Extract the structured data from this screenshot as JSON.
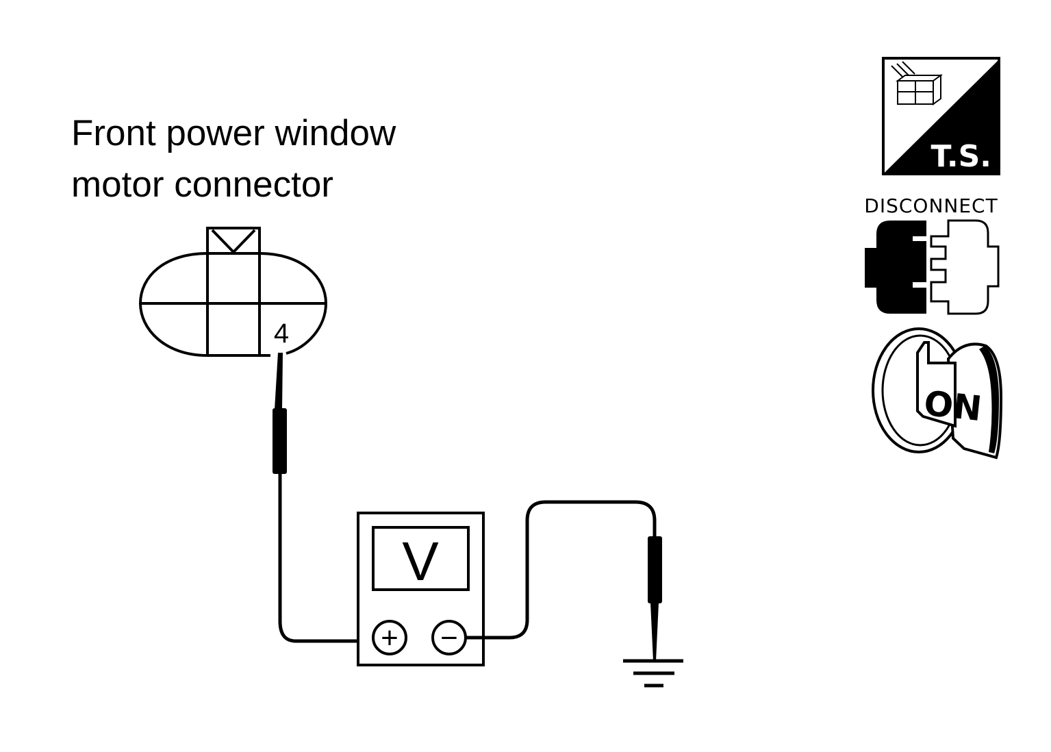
{
  "connector_title": {
    "line1": "Front power window",
    "line2": "motor connector"
  },
  "terminal_label": "4",
  "meter": {
    "display": "V",
    "positive_symbol": "+",
    "negative_symbol": "−"
  },
  "conditions": {
    "ts_label": "T.S.",
    "disconnect_label": "DISCONNECT",
    "ignition_label": "ON"
  },
  "icons": [
    "connector-harness-icon",
    "disconnect-connector-icon",
    "ignition-key-on-icon",
    "ground-symbol-icon"
  ],
  "colors": {
    "ink": "#000000",
    "background": "#ffffff"
  }
}
